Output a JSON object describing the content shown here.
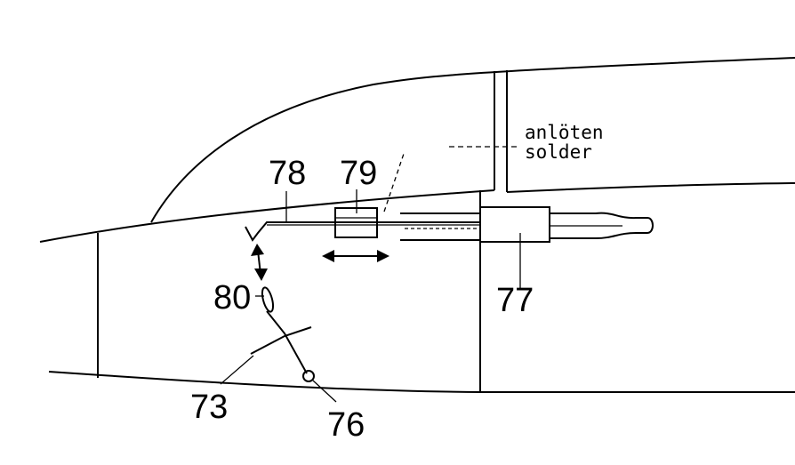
{
  "labels": {
    "part_77": "77",
    "part_78": "78",
    "part_79": "79",
    "part_80": "80",
    "part_73": "73",
    "part_76": "76",
    "note_de": "anlöten",
    "note_en": "solder"
  },
  "colors": {
    "ink": "#000000",
    "paper": "#ffffff"
  }
}
